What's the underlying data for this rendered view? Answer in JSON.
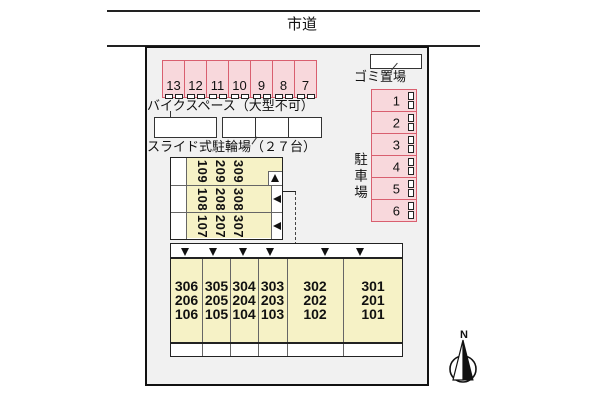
{
  "road": {
    "label": "市道"
  },
  "bike_space": {
    "label": "バイクスペース（大型不可）",
    "cells": [
      "13",
      "12",
      "11",
      "10",
      "9",
      "8",
      "7"
    ]
  },
  "slide_parking": {
    "label": "スライド式駐輪場（２７台）"
  },
  "building_rows": [
    {
      "units": [
        "109",
        "209",
        "309"
      ]
    },
    {
      "units": [
        "108",
        "208",
        "308"
      ]
    },
    {
      "units": [
        "107",
        "207",
        "307"
      ]
    }
  ],
  "lower_building": {
    "columns": [
      {
        "units": [
          "306",
          "206",
          "106"
        ]
      },
      {
        "units": [
          "305",
          "205",
          "105"
        ]
      },
      {
        "units": [
          "304",
          "204",
          "104"
        ]
      },
      {
        "units": [
          "303",
          "203",
          "103"
        ]
      },
      {
        "units": [
          "302",
          "202",
          "102"
        ]
      },
      {
        "units": [
          "301",
          "201",
          "101"
        ]
      }
    ]
  },
  "garbage": {
    "label": "ゴミ置場"
  },
  "parking": {
    "label": "駐車場",
    "cells": [
      "1",
      "2",
      "3",
      "4",
      "5",
      "6"
    ]
  },
  "compass": {
    "label": "N"
  },
  "colors": {
    "cell_pink": "#f8d8dc",
    "cell_pink_border": "#d95f6f",
    "unit_yellow": "#f6f2c6",
    "site_bg": "#f1f1f1",
    "line": "#222222"
  }
}
